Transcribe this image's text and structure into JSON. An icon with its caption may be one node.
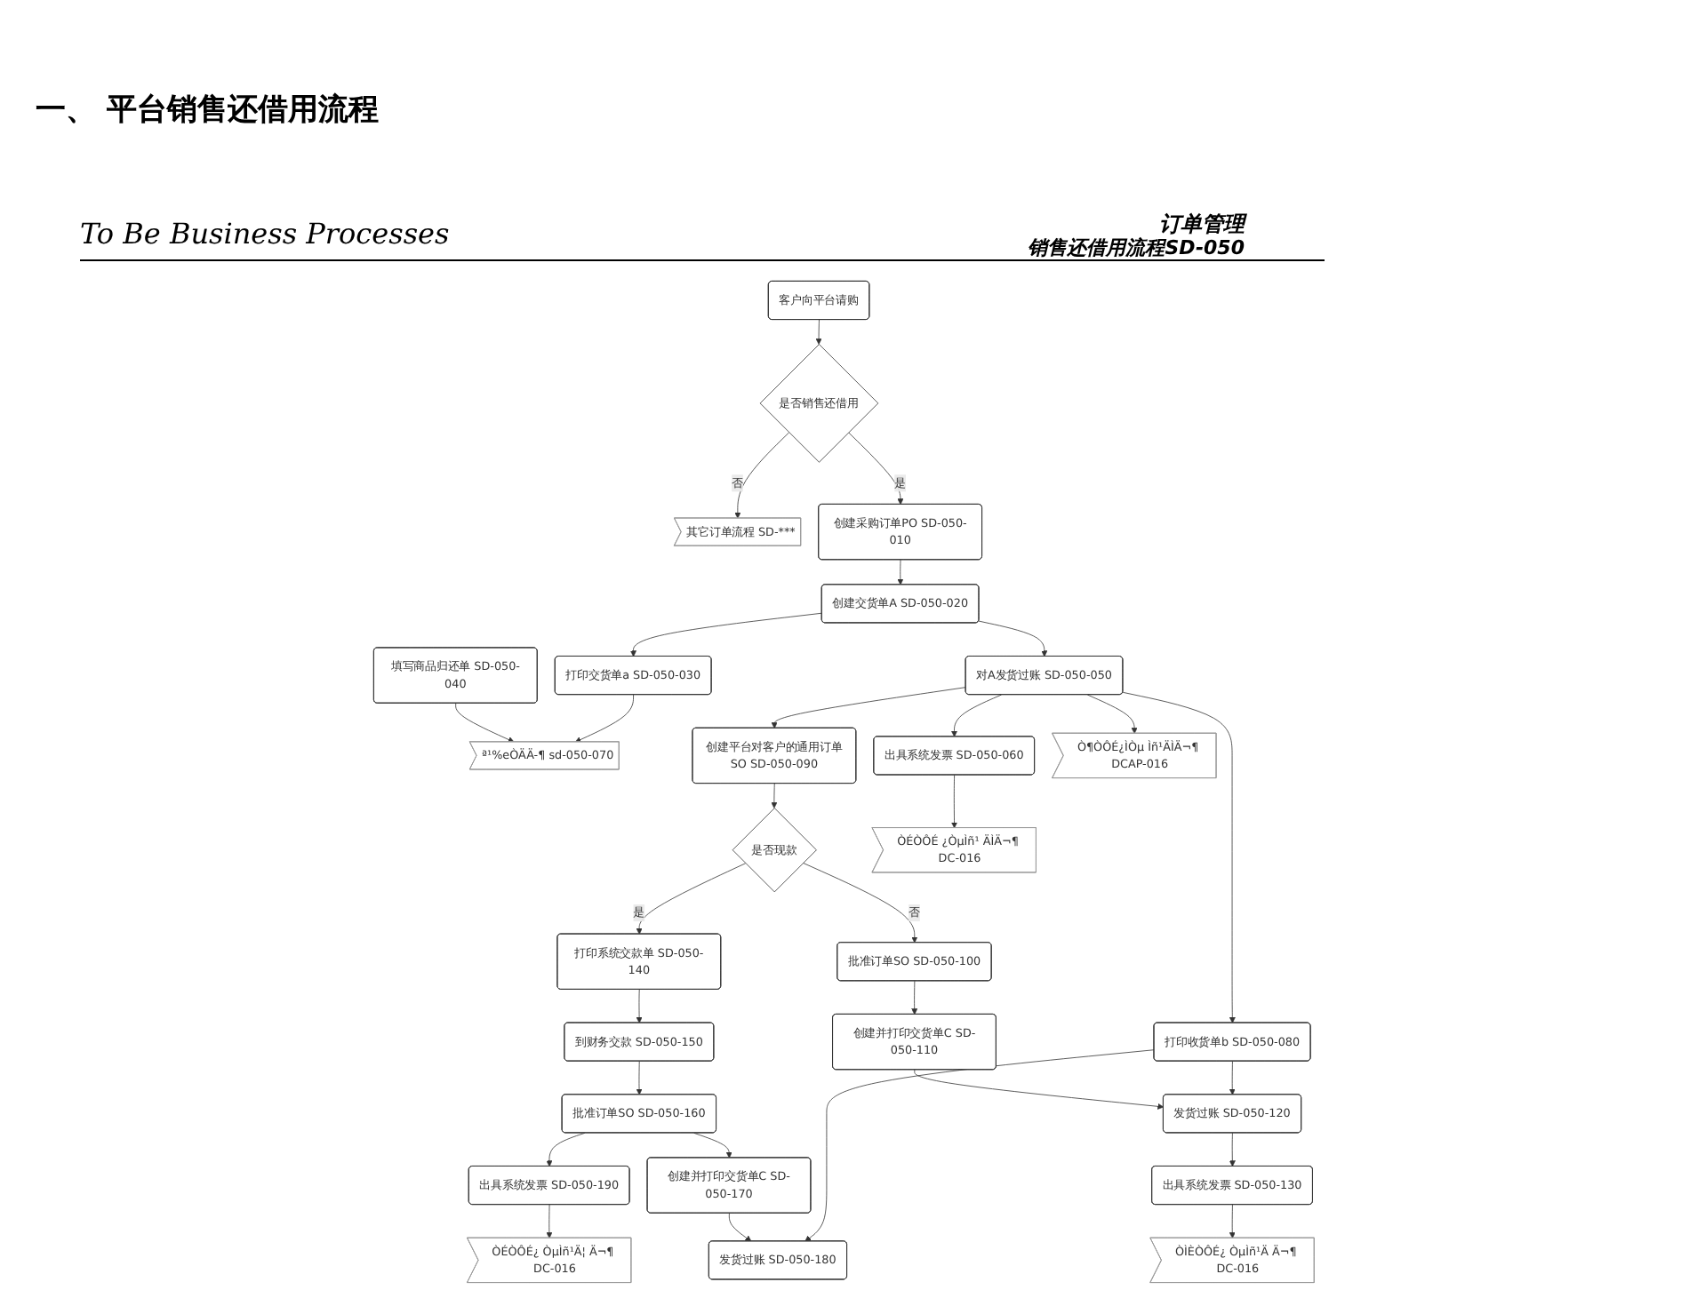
{
  "diagram": {
    "title": "一、 平台销售还借用流程",
    "nodes": [
      {
        "text": [
          "客户向平台请购"
        ]
      },
      {
        "text": [
          "是否销售还借用"
        ]
      },
      {
        "text": [
          "其它订单流程 SD-***"
        ]
      },
      {
        "text": [
          "创建采购订单PO SD-050-010"
        ]
      },
      {
        "text": [
          "填写商品归还单 SD-050-040"
        ]
      },
      {
        "text": [
          "ª¹%eÒÄÄ-¶ sd-050-070"
        ]
      },
      {
        "text": [
          "创建平台对客户的通用订单SO SD-050-090"
        ]
      },
      {
        "text": [
          "ÒÉÒÔÉ¿ ÒµÌñ¹Ä¦ Ä¬¶ DC-016"
        ]
      },
      {
        "text": [
          "出具系统发票 SD-050-190"
        ]
      },
      {
        "text": [
          "创建交货单A SD-050-020"
        ]
      },
      {
        "text": [
          "打印交货单a SD-050-030"
        ]
      },
      {
        "text": [
          "是否现款"
        ]
      },
      {
        "text": [
          "打印系统交款单 SD-050-140"
        ]
      },
      {
        "text": [
          "到财务交款 SD-050-150"
        ]
      },
      {
        "text": [
          "批准订单SO SD-050-160"
        ]
      },
      {
        "text": [
          "ÒÉÒÔÉ ¿ÒµÌñ¹ ÄÌÄ¬¶ DC-016"
        ]
      },
      {
        "text": [
          "出具系统发票 SD-050-060"
        ]
      },
      {
        "text": [
          "对A发货过账 SD-050-050"
        ]
      },
      {
        "text": [
          "批准订单SO SD-050-100"
        ]
      },
      {
        "text": [
          "创建并打印交货单C SD-050-170"
        ]
      },
      {
        "text": [
          "发货过账 SD-050-180"
        ]
      },
      {
        "text": [
          "Ò¶ÒÔÉ¿ÌÒµ Ìñ¹ÄÌÄ¬¶ DCAP-016"
        ]
      },
      {
        "text": [
          "创建并打印交货单C SD-050-110"
        ]
      },
      {
        "text": [
          "发货过账 SD-050-120"
        ]
      },
      {
        "text": [
          "出具系统发票 SD-050-130"
        ]
      },
      {
        "text": [
          "ÒÌÈÒÔÉ¿ ÒµÌñ¹Ä Ä¬¶ DC-016"
        ]
      },
      {
        "text": [
          "打印收货单b SD-050-080"
        ]
      }
    ],
    "edges": [
      {
        "from": 0,
        "to": 1,
        "arrow": "to"
      },
      {
        "from": 1,
        "to": 2,
        "arrow": "to",
        "label": "否"
      },
      {
        "from": 1,
        "to": 3,
        "arrow": "to",
        "label": "是"
      },
      {
        "from": 3,
        "to": 9,
        "arrow": "to"
      },
      {
        "from": 9,
        "to": 10,
        "arrow": "to"
      },
      {
        "from": 9,
        "to": 17,
        "arrow": "to"
      },
      {
        "from": 17,
        "to": 16,
        "arrow": "to"
      },
      {
        "from": 16,
        "to": 15,
        "arrow": "to"
      },
      {
        "from": 4,
        "to": 5,
        "arrow": "to"
      },
      {
        "from": 10,
        "to": 5,
        "arrow": "to"
      },
      {
        "from": 17,
        "to": 21,
        "arrow": "to"
      },
      {
        "from": 17,
        "to": 6,
        "arrow": "to"
      },
      {
        "from": 17,
        "to": 26,
        "arrow": "to"
      },
      {
        "from": 6,
        "to": 11,
        "arrow": "to"
      },
      {
        "from": 11,
        "to": 12,
        "arrow": "to",
        "label": "是"
      },
      {
        "from": 11,
        "to": 18,
        "arrow": "to",
        "label": "否"
      },
      {
        "from": 12,
        "to": 13,
        "arrow": "to"
      },
      {
        "from": 13,
        "to": 14,
        "arrow": "to"
      },
      {
        "from": 14,
        "to": 8,
        "arrow": "to"
      },
      {
        "from": 8,
        "to": 7,
        "arrow": "to"
      },
      {
        "from": 14,
        "to": 19,
        "arrow": "to"
      },
      {
        "from": 19,
        "to": 20,
        "arrow": "to"
      },
      {
        "from": 18,
        "to": 22,
        "arrow": "to"
      },
      {
        "from": 22,
        "to": 23,
        "arrow": "to"
      },
      {
        "from": 23,
        "to": 24,
        "arrow": "to"
      },
      {
        "from": 24,
        "to": 25,
        "arrow": "to"
      },
      {
        "from": 26,
        "to": 23,
        "arrow": "to"
      },
      {
        "from": 26,
        "to": 20,
        "arrow": "to"
      }
    ],
    "labels": [
      "To Be Business Processes",
      "订单管理",
      "销售还借用流程SD-050"
    ]
  }
}
